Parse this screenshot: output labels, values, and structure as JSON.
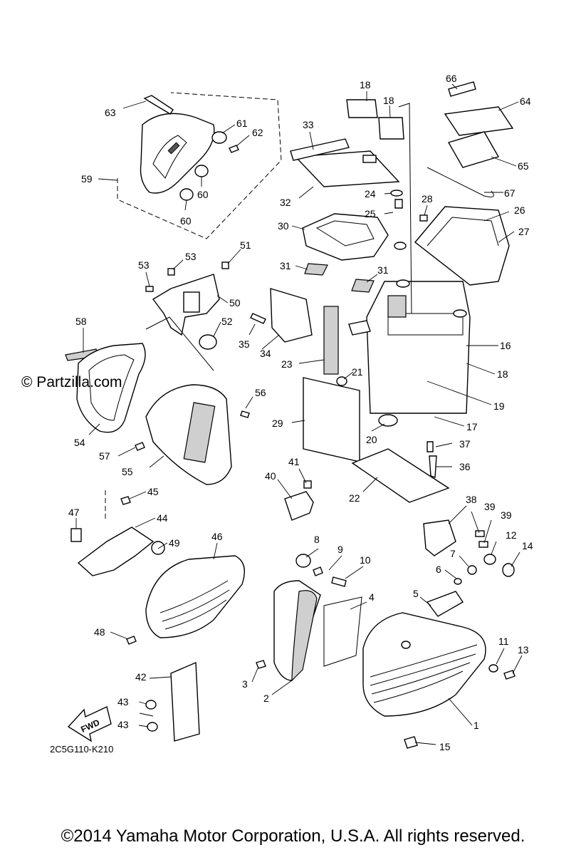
{
  "watermark": "© Partzilla.com",
  "diagram_code": "2C5G110-K210",
  "fwd_label": "FWD",
  "copyright": "©2014 Yamaha Motor Corporation, U.S.A. All rights reserved.",
  "callouts": {
    "c1": "1",
    "c2": "2",
    "c3": "3",
    "c4": "4",
    "c5": "5",
    "c6": "6",
    "c7": "7",
    "c8": "8",
    "c9": "9",
    "c10": "10",
    "c11": "11",
    "c12": "12",
    "c13": "13",
    "c14": "14",
    "c15": "15",
    "c16": "16",
    "c17": "17",
    "c18a": "18",
    "c18b": "18",
    "c18c": "18",
    "c19": "19",
    "c20": "20",
    "c21": "21",
    "c22": "22",
    "c23": "23",
    "c24": "24",
    "c25": "25",
    "c26": "26",
    "c27": "27",
    "c28": "28",
    "c29": "29",
    "c30": "30",
    "c31a": "31",
    "c31b": "31",
    "c32": "32",
    "c33": "33",
    "c34": "34",
    "c35": "35",
    "c36": "36",
    "c37": "37",
    "c38": "38",
    "c39a": "39",
    "c39b": "39",
    "c40": "40",
    "c41": "41",
    "c42": "42",
    "c43a": "43",
    "c43b": "43",
    "c44": "44",
    "c45": "45",
    "c46": "46",
    "c47": "47",
    "c48": "48",
    "c49": "49",
    "c50": "50",
    "c51": "51",
    "c52": "52",
    "c53a": "53",
    "c53b": "53",
    "c54": "54",
    "c55": "55",
    "c56": "56",
    "c57": "57",
    "c58": "58",
    "c59": "59",
    "c60a": "60",
    "c60b": "60",
    "c61": "61",
    "c62": "62",
    "c63": "63",
    "c64": "64",
    "c65": "65",
    "c66": "66",
    "c67": "67"
  }
}
